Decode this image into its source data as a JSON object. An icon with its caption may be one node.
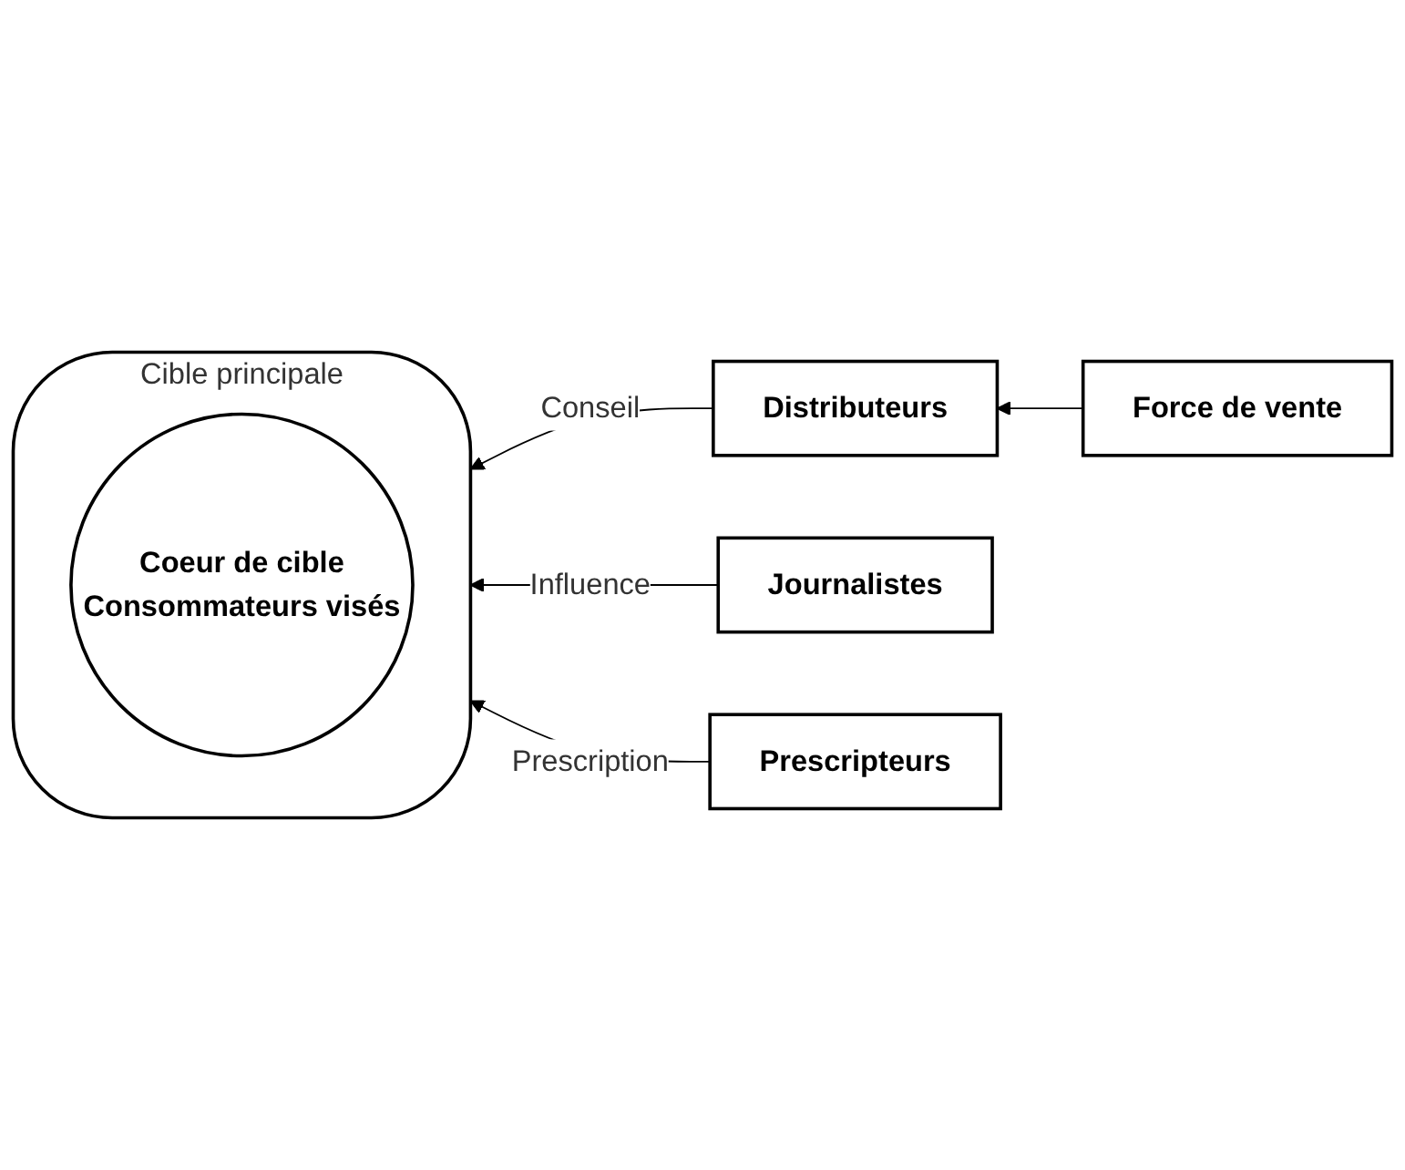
{
  "diagram": {
    "nodes": [
      {
        "text": [
          "Force de vente"
        ]
      },
      {
        "text": [
          "Distributeurs"
        ]
      },
      {
        "text": [
          "Cible principale"
        ]
      },
      {
        "text": [
          "Coeur de cible",
          "Consommateurs visés"
        ],
        "in": 2
      },
      {
        "text": [
          "Journalistes"
        ]
      },
      {
        "text": [
          "Prescripteurs"
        ]
      }
    ],
    "edges": [
      {
        "from": 0,
        "to": 1,
        "arrow": "to"
      },
      {
        "from": 1,
        "to": 2,
        "label": "Conseil",
        "arrow": "to"
      },
      {
        "from": 4,
        "to": 2,
        "label": "Influence",
        "arrow": "to"
      },
      {
        "from": 5,
        "to": 2,
        "label": "Prescription",
        "arrow": "to"
      }
    ]
  }
}
